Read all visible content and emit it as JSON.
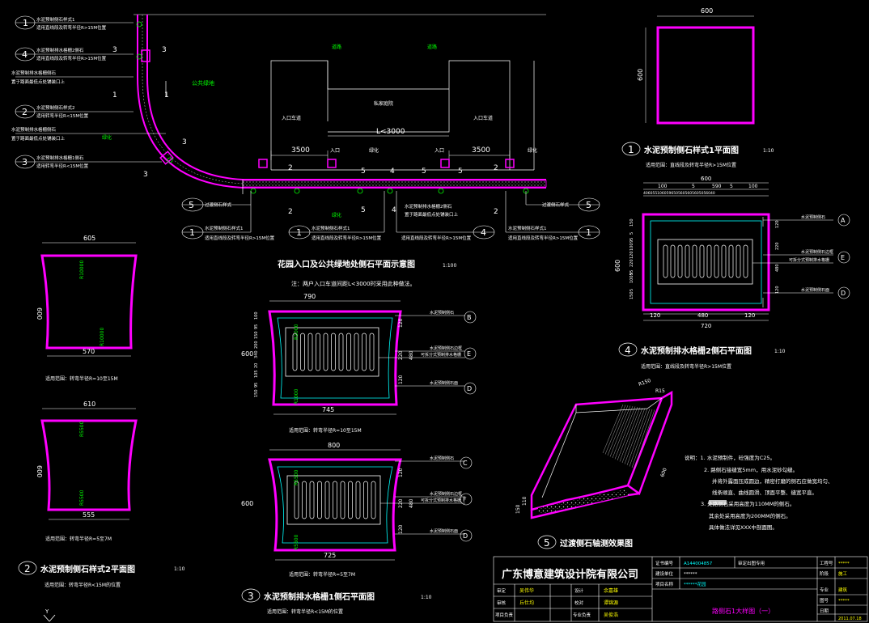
{
  "drawing_title": "花园入口及公共绿地处侧石平面示意图",
  "drawing_scale": "1:100",
  "drawing_note": "注：两户入口车道间距L<3000时采用此种做法。",
  "plan": {
    "dims": [
      "3500",
      "3500",
      "L<3000"
    ],
    "labels": {
      "road": "道路",
      "lawn": "公共绿地",
      "entry_car": "入口车道",
      "entry_space": "绿地",
      "private_yard": "私家庭院",
      "green": "绿化",
      "trans_green": "绿化",
      "private": "私家庭院",
      "garden_entry": "入口",
      "garden_entry2": "入口车道"
    },
    "nums": [
      "2",
      "2",
      "4",
      "5",
      "5",
      "3",
      "1",
      "1",
      "3",
      "3",
      "3",
      "2",
      "2",
      "4",
      "5",
      "5"
    ],
    "callouts_left": [
      {
        "num": "1",
        "l1": "水泥预制侧石样式1",
        "l2": "适用直线段及转弯半径R>15M位置"
      },
      {
        "num": "4",
        "l1": "水泥预制排水格栅2侧石",
        "l2": "适用直线段及转弯半径R>15M位置"
      },
      {
        "num": "",
        "l1": "水泥预制排水格栅侧石",
        "l2": "置于路面最低点处铺装口上"
      },
      {
        "num": "2",
        "l1": "水泥预制侧石样式2",
        "l2": "适用转弯半径R<15M位置"
      },
      {
        "num": "",
        "l1": "水泥预制排水格栅侧石",
        "l2": "置于路面最低点处铺装口上"
      },
      {
        "num": "3",
        "l1": "水泥预制排水格栅1侧石",
        "l2": "适用转弯半径R<15M位置"
      }
    ],
    "callouts_bottom": [
      {
        "num": "5",
        "l1": "过渡侧石样式"
      },
      {
        "num": "1",
        "l1": "水泥预制侧石样式1",
        "l2": "适用直线段及转弯半径R>15M位置"
      },
      {
        "num": "1",
        "l1": "水泥预制侧石样式1",
        "l2": "适用直线段及转弯半径R>15M位置"
      },
      {
        "num": "4",
        "l1": "水泥预制排水格栅2侧石",
        "l2": "置于路面最低点处铺装口上",
        "l3": "适用直线段及转弯半径R>15M位置"
      },
      {
        "num": "1",
        "l1": "水泥预制侧石样式1",
        "l2": "适用直线段及转弯半径R>15M位置"
      },
      {
        "num": "5",
        "l1": "过渡侧石样式"
      }
    ]
  },
  "detail1": {
    "title": "水泥预制侧石样式1平面图",
    "num": "1",
    "scale": "1:10",
    "range": "适用范围：直线段及转弯半径R>15M位置",
    "dim_w": "600",
    "dim_h": "600"
  },
  "detail2": {
    "title": "水泥预制侧石样式2平面图",
    "num": "2",
    "scale": "1:10",
    "range": "适用范围：转弯半径R<15M的位置",
    "a_top": "605",
    "a_bot": "570",
    "a_h": "600",
    "a_r1": "R10000",
    "a_r2": "R10000",
    "a_range": "适用范围：转弯半径R=10至15M",
    "b_top": "610",
    "b_bot": "555",
    "b_h": "600",
    "b_r1": "R5500",
    "b_r2": "R5500",
    "b_range": "适用范围：转弯半径R=5至7M"
  },
  "detail3": {
    "title": "水泥预制排水格栅1侧石平面图",
    "num": "3",
    "scale": "1:10",
    "range": "适用范围：转弯半径R<15M的位置",
    "a_top": "790",
    "a_bot": "745",
    "a_h": "600",
    "a_range": "适用范围：转弯半径R=10至15M",
    "b_top": "800",
    "b_bot": "725",
    "b_h": "600",
    "b_range": "适用范围：转弯半径R=5至7M",
    "side_dims": [
      "120",
      "220",
      "480",
      "120"
    ],
    "left_dims": [
      "100",
      "95",
      "150",
      "200",
      "340",
      "20",
      "105",
      "95",
      "150"
    ],
    "notes": [
      "水泥预制侧石",
      "水泥预制侧石边框",
      "可拆分式预制排水格栅",
      "水泥预制侧石面"
    ],
    "markers": [
      "B",
      "E",
      "D",
      "C",
      "F",
      "D"
    ],
    "radii": [
      "R1000",
      "R1",
      "R5500",
      "R5"
    ]
  },
  "detail4": {
    "title": "水泥预制排水格栅2侧石平面图",
    "num": "4",
    "scale": "1:10",
    "range": "适用范围：直线段及转弯半径R>15M位置",
    "dim_top": "600",
    "dims_row1": [
      "100",
      "5",
      "590",
      "5",
      "100"
    ],
    "dims_row2": "4060551060596505605605605056040",
    "dim_bot1": [
      "120",
      "480",
      "120"
    ],
    "dim_bot2": "720",
    "dim_h": "600",
    "left_dims": [
      "150",
      "5",
      "95",
      "100",
      "120",
      "220",
      "95",
      "1005",
      "5",
      "150"
    ],
    "right_dims": [
      "120",
      "220",
      "480",
      "120"
    ],
    "notes": [
      "水泥预制侧石",
      "水泥预制侧石边框",
      "可拆分式预制排水格栅",
      "水泥预制侧石面"
    ],
    "markers": [
      "A",
      "E",
      "D"
    ]
  },
  "detail5": {
    "title": "过渡侧石轴测效果图",
    "num": "5",
    "dims": [
      "110",
      "150",
      "600",
      "R150",
      "R15"
    ]
  },
  "notes": {
    "lines": [
      "说明：1. 水泥预制件，砼强度为C25。",
      "2. 路侧石接缝宽5mm，用水泥砂勾缝。",
      "并将外露面压成圆边，精密打磨的侧石应做宽均匀、",
      "线条顺直、曲线圆滑、顶面平整、缝宽平直。",
      "3. 处路侧石采用高度为110MM的侧石。",
      "其余处采用高度为200MM的侧石。",
      "具体做法详见XXX中剖面图。"
    ]
  },
  "title_block": {
    "company": "广东博意建筑设计院有限公司",
    "cert_label": "证书编号",
    "cert_value": "A144004857",
    "stamp_label": "审定出图专用",
    "project_label": "建设单位",
    "project_value": "******",
    "sheet_label": "项目名称",
    "sheet_value": "******花园",
    "drawing_name": "路侧石1大样图（一）",
    "row_labels": [
      "审定",
      "审核",
      "项目负责",
      "设计",
      "校对",
      "专业负责"
    ],
    "row_values": [
      "吴伟华",
      "丘仕均",
      "",
      "余嘉雄",
      "谭锦源",
      "吴俊浩"
    ],
    "right_labels": [
      "工程号",
      "阶段",
      "专业",
      "图号",
      "日期"
    ],
    "right_values": [
      "*****",
      "施工",
      "建筑",
      "*****",
      "2011.07.18"
    ]
  },
  "ucs": "Y"
}
